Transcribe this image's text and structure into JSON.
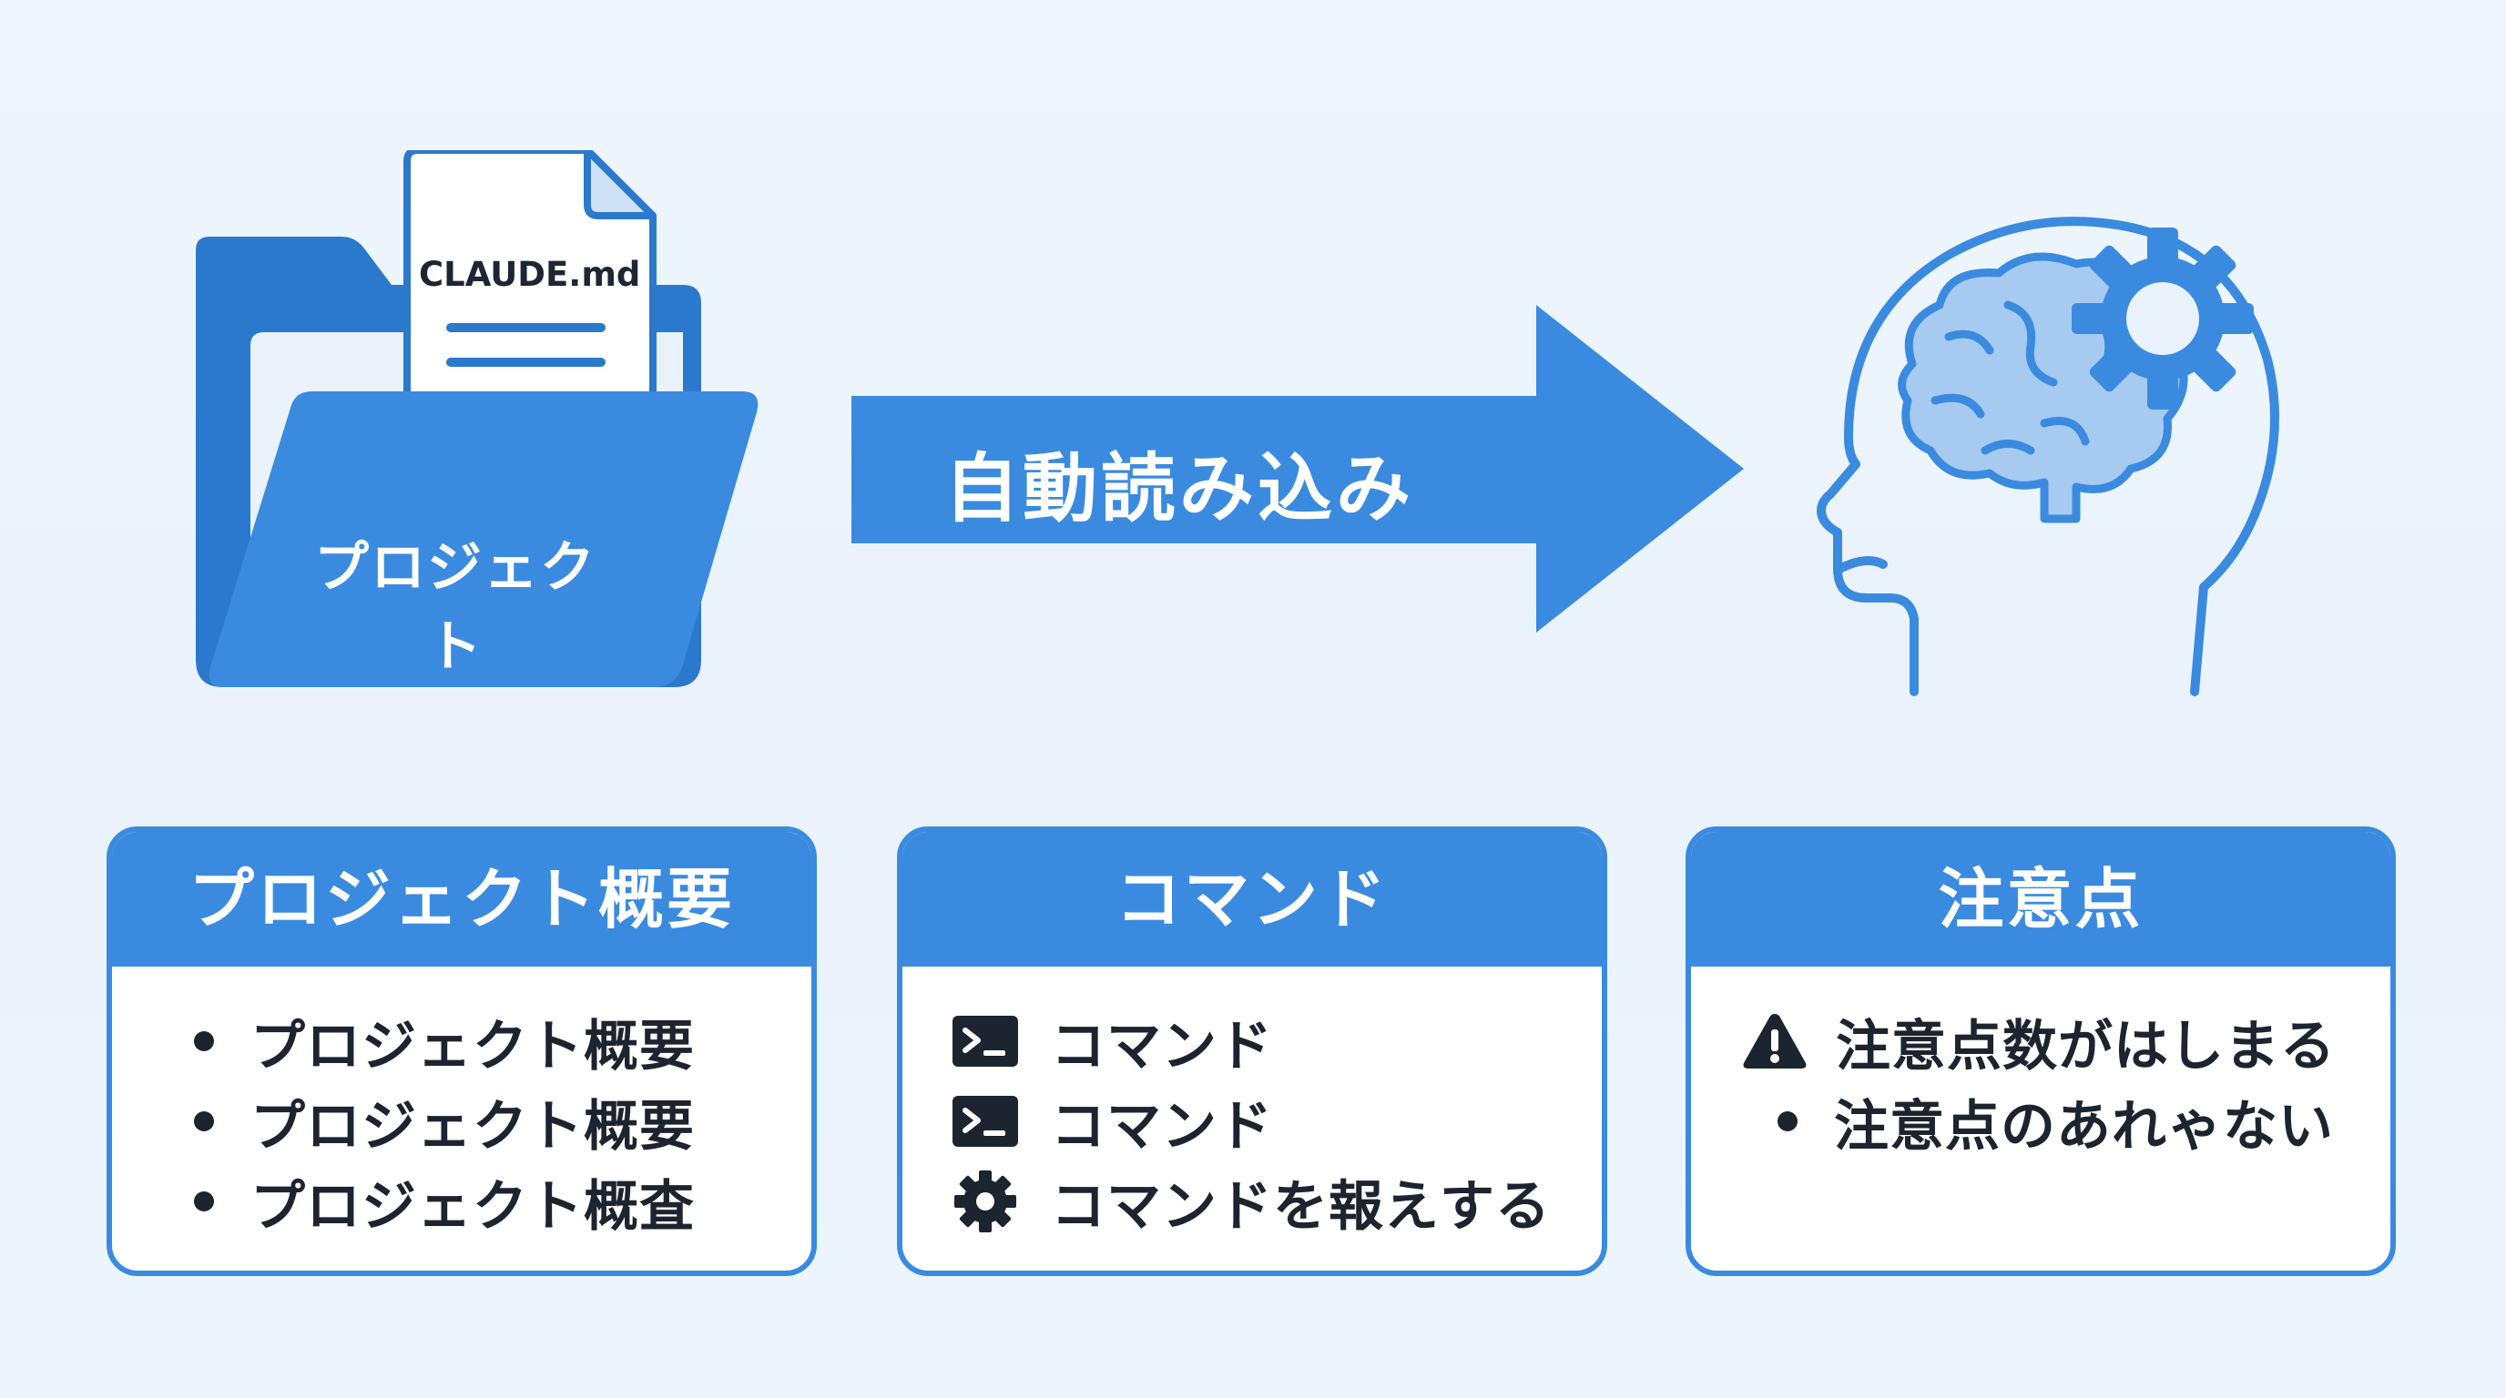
{
  "colors": {
    "primary": "#3a8be0",
    "primary_dark": "#2b79cc",
    "text": "#1c2430",
    "background": "#eef5fc"
  },
  "flow": {
    "document_name": "CLAUDE.md",
    "folder_label": "プロジェクト",
    "arrow_label": "自動読み込み"
  },
  "cards": [
    {
      "title": "プロジェクト概要",
      "items": [
        {
          "icon": "bullet",
          "text": "プロジェクト概要"
        },
        {
          "icon": "bullet",
          "text": "プロジェクト概要"
        },
        {
          "icon": "bullet",
          "text": "プロジェクト概査"
        }
      ]
    },
    {
      "title": "コマンド",
      "items": [
        {
          "icon": "terminal-icon",
          "text": "コマンド"
        },
        {
          "icon": "terminal-icon",
          "text": "コマンド"
        },
        {
          "icon": "gear-icon",
          "text": "コマンドを報えする"
        }
      ]
    },
    {
      "title": "注意点",
      "items": [
        {
          "icon": "warning-icon",
          "text": "注意点数がはしまる"
        },
        {
          "icon": "bullet",
          "text": "注意点のあれゃない"
        }
      ]
    }
  ]
}
